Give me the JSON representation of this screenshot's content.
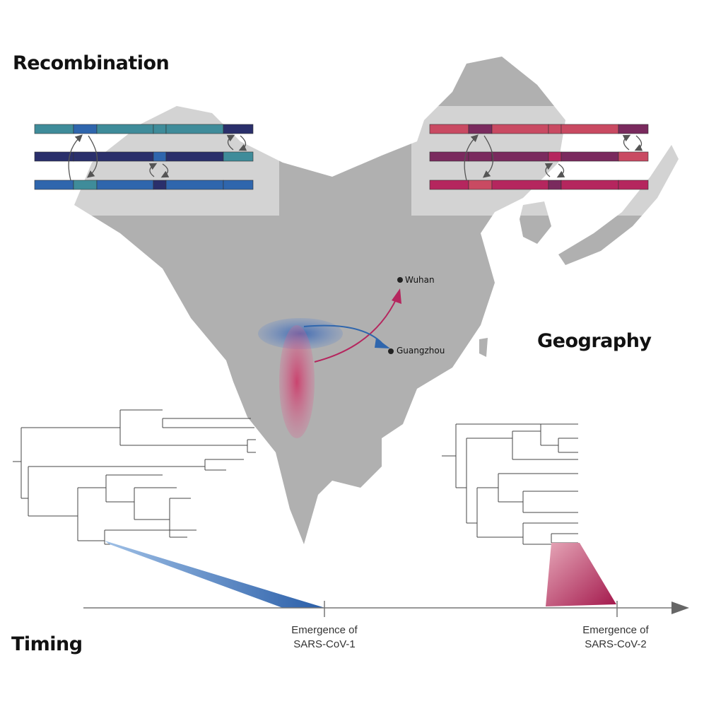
{
  "headings": {
    "recombination": "Recombination",
    "geography": "Geography",
    "timing": "Timing"
  },
  "cities": {
    "wuhan": "Wuhan",
    "guangzhou": "Guangzhou"
  },
  "timeline": {
    "marker1": {
      "line1": "Emergence of",
      "line2": "SARS-CoV-1"
    },
    "marker2": {
      "line1": "Emergence of",
      "line2": "SARS-CoV-2"
    }
  },
  "colors": {
    "sars1_teal": "#3f8c9a",
    "sars1_blue": "#2f66ad",
    "sars1_navy": "#2a2f6b",
    "sars2_pink": "#c94a62",
    "sars2_purple": "#7a2a5e",
    "sars2_magenta": "#b5265e",
    "map_gray": "#a9a9a9"
  }
}
